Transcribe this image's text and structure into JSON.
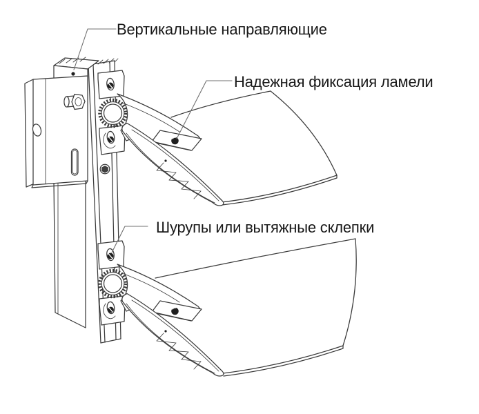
{
  "diagram": {
    "type": "technical-illustration",
    "labels": {
      "vertical_guides": "Вертикальные направляющие",
      "lamella_fixation": "Надежная фиксация ламели",
      "screws_rivets": "Шурупы или вытяжные склепки"
    },
    "colors": {
      "background": "#ffffff",
      "line": "#3a3a3a",
      "leader": "#707070",
      "text": "#181818"
    }
  }
}
